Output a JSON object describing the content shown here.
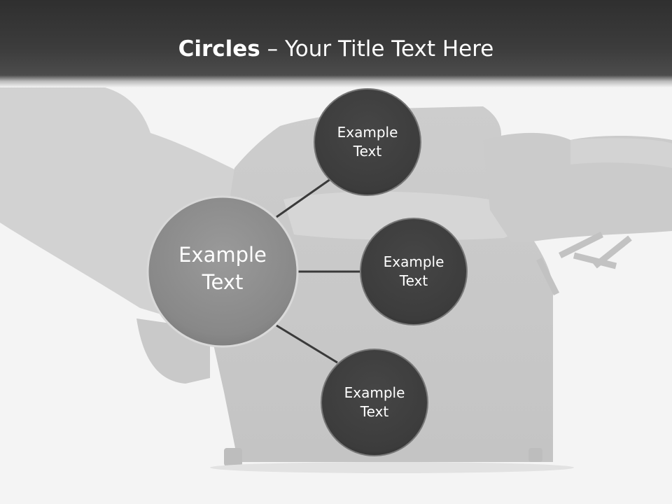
{
  "slide": {
    "title_bold": "Circles",
    "title_rest": " – Your Title Text Here"
  },
  "diagram": {
    "center": {
      "label_line1": "Example",
      "label_line2": "Text"
    },
    "nodes": [
      {
        "label_line1": "Example",
        "label_line2": "Text"
      },
      {
        "label_line1": "Example",
        "label_line2": "Text"
      },
      {
        "label_line1": "Example",
        "label_line2": "Text"
      }
    ]
  },
  "colors": {
    "header": "#3a3a3a",
    "center_circle": "#8a8a8a",
    "node_circle": "#3e3e3e",
    "connector": "#3a3a3a",
    "background_art": "#cfcfcf"
  }
}
